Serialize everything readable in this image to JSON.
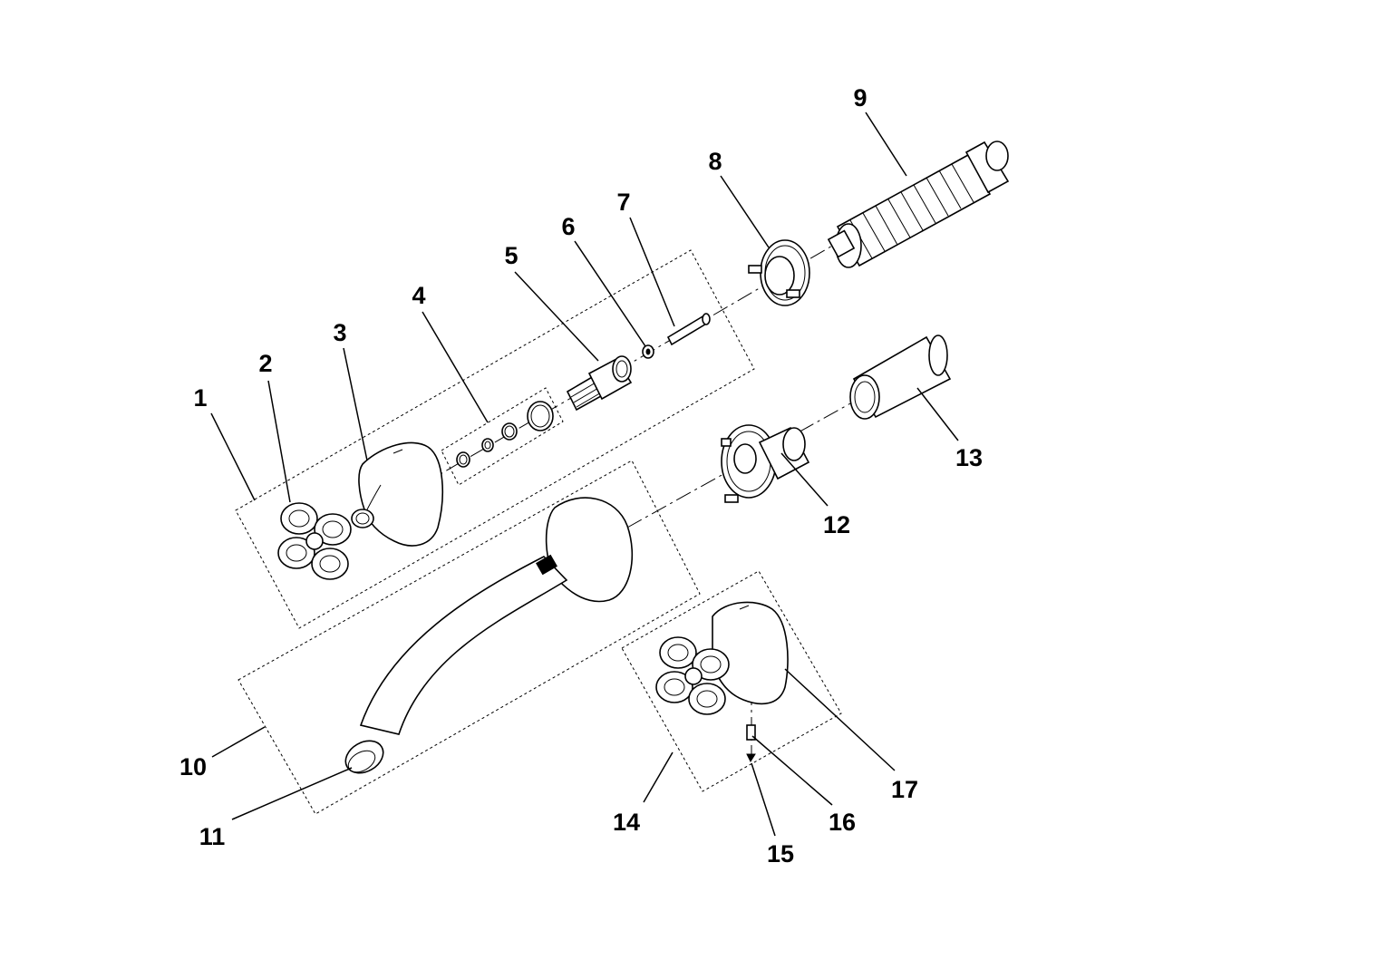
{
  "parts": [
    {
      "id": "part-1",
      "label": "1"
    },
    {
      "id": "part-2",
      "label": "2"
    },
    {
      "id": "part-3",
      "label": "3"
    },
    {
      "id": "part-4",
      "label": "4"
    },
    {
      "id": "part-5",
      "label": "5"
    },
    {
      "id": "part-6",
      "label": "6"
    },
    {
      "id": "part-7",
      "label": "7"
    },
    {
      "id": "part-8",
      "label": "8"
    },
    {
      "id": "part-9",
      "label": "9"
    },
    {
      "id": "part-10",
      "label": "10"
    },
    {
      "id": "part-11",
      "label": "11"
    },
    {
      "id": "part-12",
      "label": "12"
    },
    {
      "id": "part-13",
      "label": "13"
    },
    {
      "id": "part-14",
      "label": "14"
    },
    {
      "id": "part-15",
      "label": "15"
    },
    {
      "id": "part-16",
      "label": "16"
    },
    {
      "id": "part-17",
      "label": "17"
    }
  ]
}
